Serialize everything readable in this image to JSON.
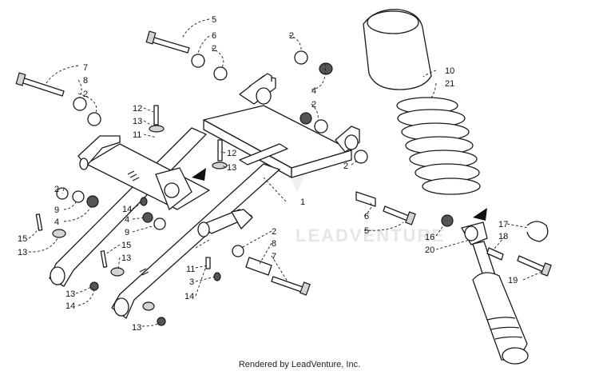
{
  "diagram": {
    "watermark": "LEADVENTURE",
    "credit": "Rendered by LeadVenture, Inc.",
    "callouts": {
      "c1": "1",
      "c2a": "2",
      "c2b": "2",
      "c2c": "2",
      "c2d": "2",
      "c2e": "2",
      "c2f": "2",
      "c2g": "2",
      "c3": "3",
      "c4a": "4",
      "c4b": "4",
      "c4c": "4",
      "c5a": "5",
      "c5b": "5",
      "c6a": "6",
      "c6b": "6",
      "c7a": "7",
      "c7b": "7",
      "c8a": "8",
      "c8b": "8",
      "c9a": "9",
      "c9b": "9",
      "c10": "10",
      "c11a": "11",
      "c11b": "11",
      "c12a": "12",
      "c12b": "12",
      "c13a": "13",
      "c13b": "13",
      "c13c": "13",
      "c13d": "13",
      "c13e": "13",
      "c13f": "13",
      "c14a": "14",
      "c14b": "14",
      "c14c": "14",
      "c15a": "15",
      "c15b": "15",
      "c16": "16",
      "c17": "17",
      "c18": "18",
      "c19": "19",
      "c20": "20",
      "c21": "21"
    }
  }
}
